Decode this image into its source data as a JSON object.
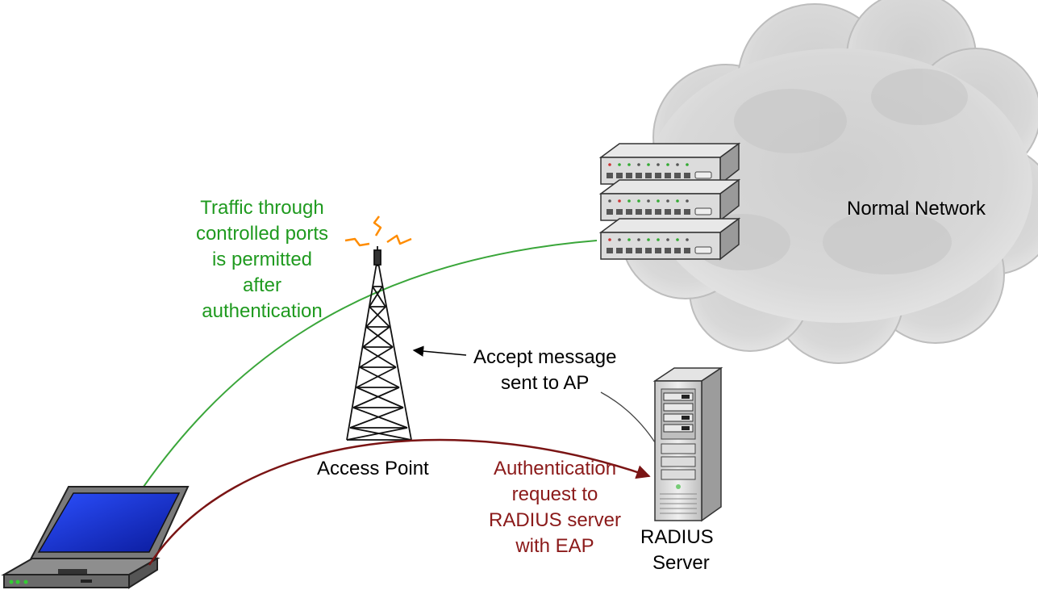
{
  "colors": {
    "traffic_line": "#3aa63a",
    "traffic_text": "#1f9a1f",
    "auth_line": "#7a1414",
    "auth_text": "#8b1a1a",
    "cloud": "#d4d4d4",
    "screen": "#1030c8"
  },
  "icons": [
    "laptop-icon",
    "tower-icon",
    "switch-stack-icon",
    "server-icon",
    "cloud-icon",
    "signal-icon"
  ],
  "labels": {
    "normal_network": "Normal Network",
    "access_point": "Access Point",
    "radius_server": [
      "RADIUS",
      "Server"
    ],
    "accept_message": [
      "Accept message",
      "sent to AP"
    ],
    "traffic": [
      "Traffic through",
      "controlled ports",
      "is permitted",
      "after",
      "authentication"
    ],
    "auth_request": [
      "Authentication",
      "request to",
      "RADIUS server",
      "with EAP"
    ]
  }
}
